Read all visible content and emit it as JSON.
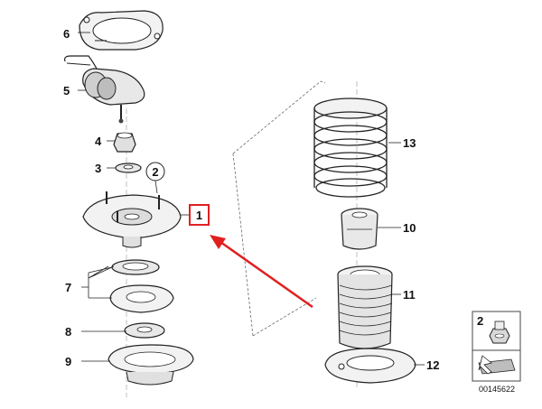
{
  "diagram": {
    "callouts": {
      "c1": "1",
      "c2": "2",
      "c3": "3",
      "c4": "4",
      "c5": "5",
      "c6": "6",
      "c7": "7",
      "c8": "8",
      "c9": "9",
      "c10": "10",
      "c11": "11",
      "c12": "12",
      "c13": "13"
    },
    "legend_box": {
      "number": "2"
    },
    "part_number": "00145622",
    "colors": {
      "highlight": "#e02020",
      "line": "#222222",
      "part_fill": "#f2f2f2",
      "shade": "#cfcfcf"
    },
    "icons": [
      "nut-icon",
      "pointer-arrow-icon"
    ]
  }
}
